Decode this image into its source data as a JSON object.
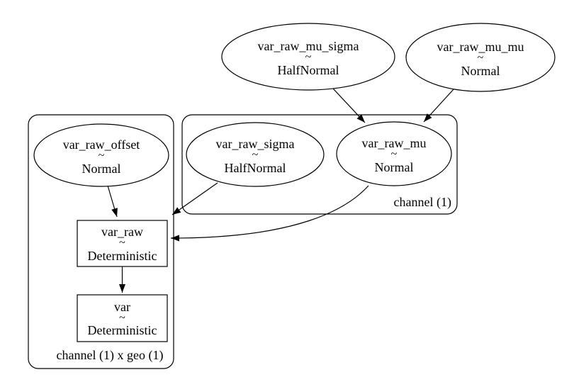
{
  "page": {
    "background_color": "#ffffff",
    "stroke_color": "#000000",
    "diagram_type": "probabilistic-model-graph"
  },
  "graph": {
    "nodes": {
      "var_raw_mu_sigma": {
        "name": "var_raw_mu_sigma",
        "op": "~",
        "dist": "HalfNormal",
        "shape": "ellipse"
      },
      "var_raw_mu_mu": {
        "name": "var_raw_mu_mu",
        "op": "~",
        "dist": "Normal",
        "shape": "ellipse"
      },
      "var_raw_sigma": {
        "name": "var_raw_sigma",
        "op": "~",
        "dist": "HalfNormal",
        "shape": "ellipse"
      },
      "var_raw_mu": {
        "name": "var_raw_mu",
        "op": "~",
        "dist": "Normal",
        "shape": "ellipse"
      },
      "var_raw_offset": {
        "name": "var_raw_offset",
        "op": "~",
        "dist": "Normal",
        "shape": "ellipse"
      },
      "var_raw": {
        "name": "var_raw",
        "op": "~",
        "dist": "Deterministic",
        "shape": "box"
      },
      "var": {
        "name": "var",
        "op": "~",
        "dist": "Deterministic",
        "shape": "box"
      }
    },
    "plates": {
      "channel": {
        "label": "channel (1)"
      },
      "channel_geo": {
        "label": "channel (1) x geo (1)"
      }
    },
    "edges": [
      {
        "from": "var_raw_mu_sigma",
        "to": "var_raw_mu"
      },
      {
        "from": "var_raw_mu_mu",
        "to": "var_raw_mu"
      },
      {
        "from": "var_raw_offset",
        "to": "var_raw"
      },
      {
        "from": "var_raw_sigma",
        "to": "var_raw"
      },
      {
        "from": "var_raw_mu",
        "to": "var_raw"
      },
      {
        "from": "var_raw",
        "to": "var"
      }
    ]
  }
}
